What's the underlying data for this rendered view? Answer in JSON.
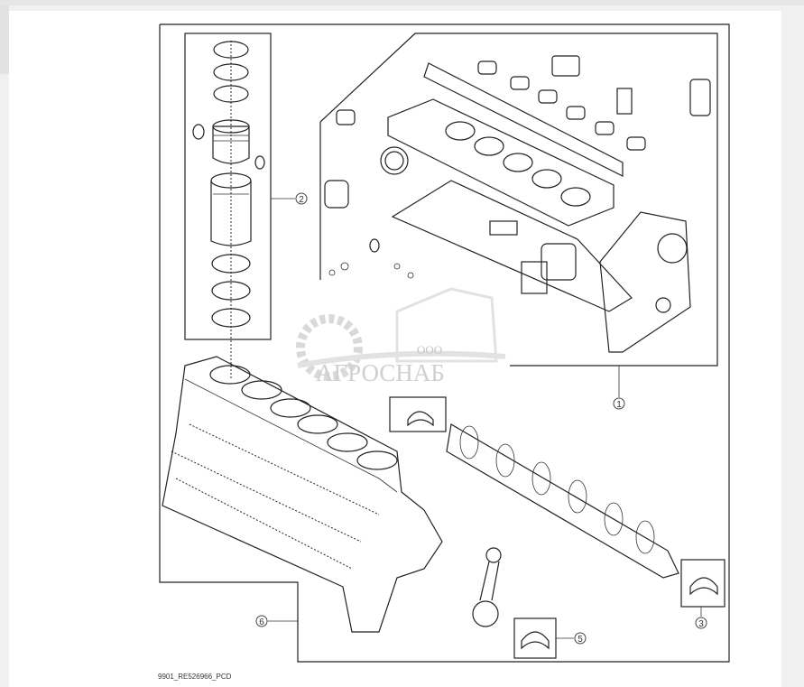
{
  "diagram": {
    "caption": "9901_RE526966_PCD",
    "callouts": [
      "1",
      "2",
      "3",
      "5",
      "6"
    ],
    "watermark": {
      "prefix": "ООО",
      "name": "АГРОСНАБ"
    }
  }
}
